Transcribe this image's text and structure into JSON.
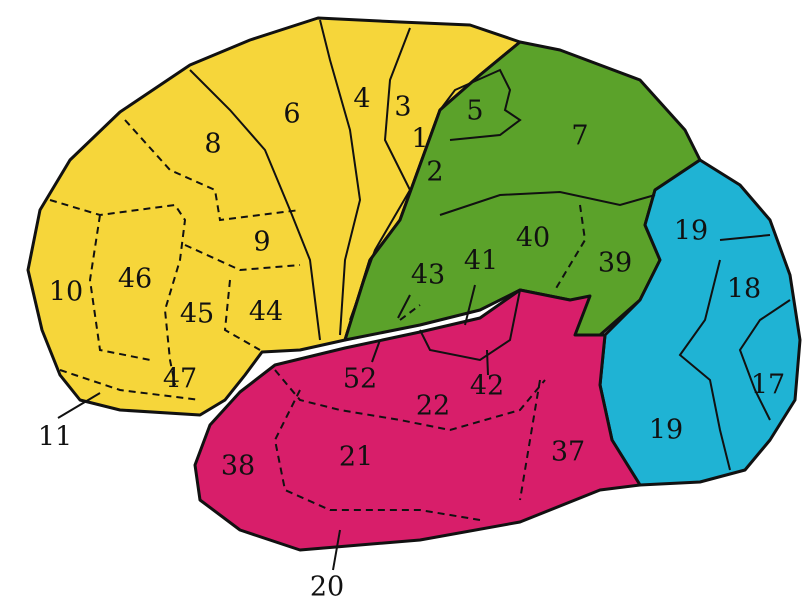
{
  "colors": {
    "frontal": "#F6D63A",
    "parietal": "#5BA22A",
    "occipital": "#1FB3D4",
    "temporal": "#D81E6A"
  },
  "areas": {
    "a4": "4",
    "a3": "3",
    "a1": "1",
    "a2": "2",
    "a5": "5",
    "a6": "6",
    "a7": "7",
    "a8": "8",
    "a9": "9",
    "a10": "10",
    "a46": "46",
    "a45": "45",
    "a44": "44",
    "a47": "47",
    "a11": "11",
    "a43": "43",
    "a41": "41",
    "a40": "40",
    "a39": "39",
    "a42": "42",
    "a52": "52",
    "a22": "22",
    "a21": "21",
    "a38": "38",
    "a37": "37",
    "a20": "20",
    "a19a": "19",
    "a19b": "19",
    "a18": "18",
    "a17": "17"
  }
}
